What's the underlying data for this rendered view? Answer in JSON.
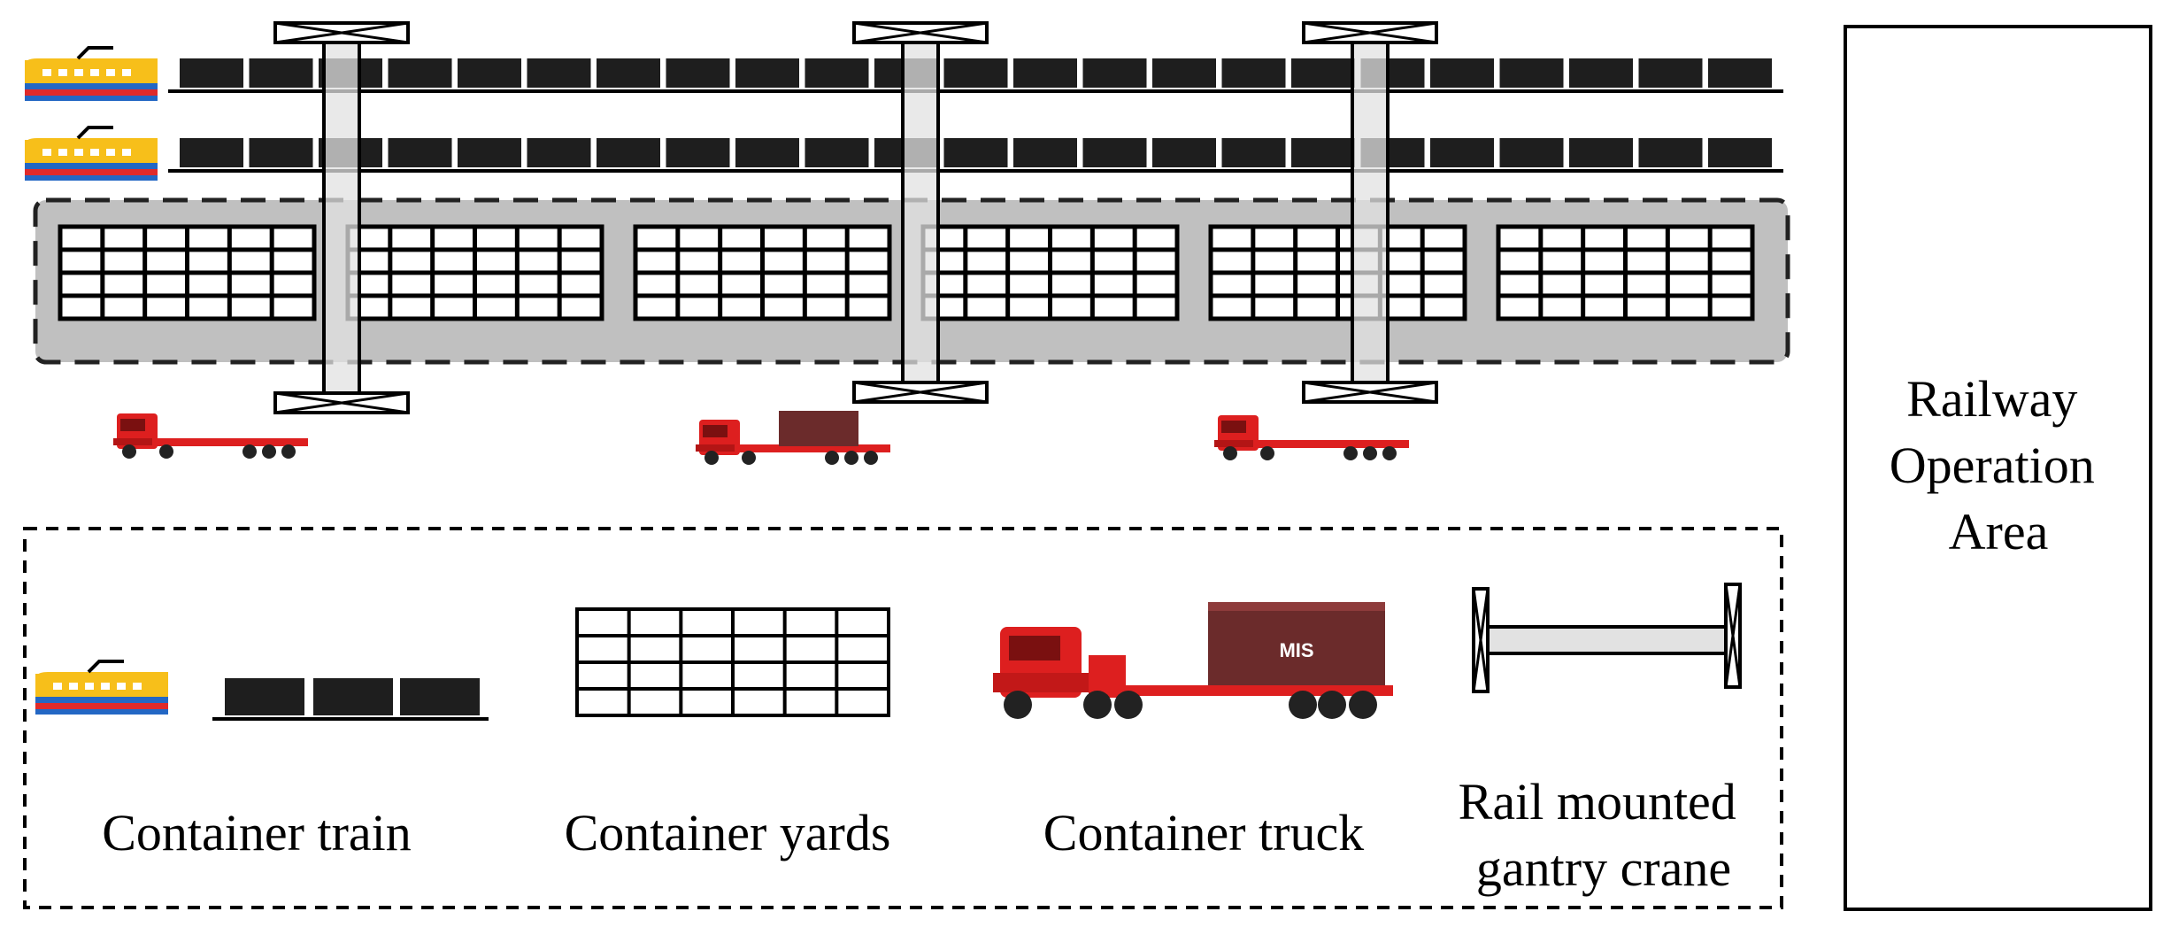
{
  "railway_area": {
    "lines": [
      "Railway",
      "Operation",
      "Area"
    ]
  },
  "legend": {
    "train": "Container train",
    "yards": "Container yards",
    "truck": "Container truck",
    "crane_lines": [
      "Rail mounted",
      "gantry crane"
    ]
  },
  "truck_logo": "MIS",
  "yard_block_count": 6,
  "containers_per_track": 23,
  "track_count": 2,
  "crane_count": 3,
  "truck_count": 3,
  "colors": {
    "yard_area_fill": "#c0c0c0",
    "container": "#1e1e1e",
    "truck_cab": "#dd1f1f",
    "truck_container": "#6b2b2b",
    "loco_yellow": "#f7bf1a",
    "loco_blue": "#2367c4",
    "loco_red": "#e02a2a",
    "crane_fill": "#e2e2e2"
  }
}
